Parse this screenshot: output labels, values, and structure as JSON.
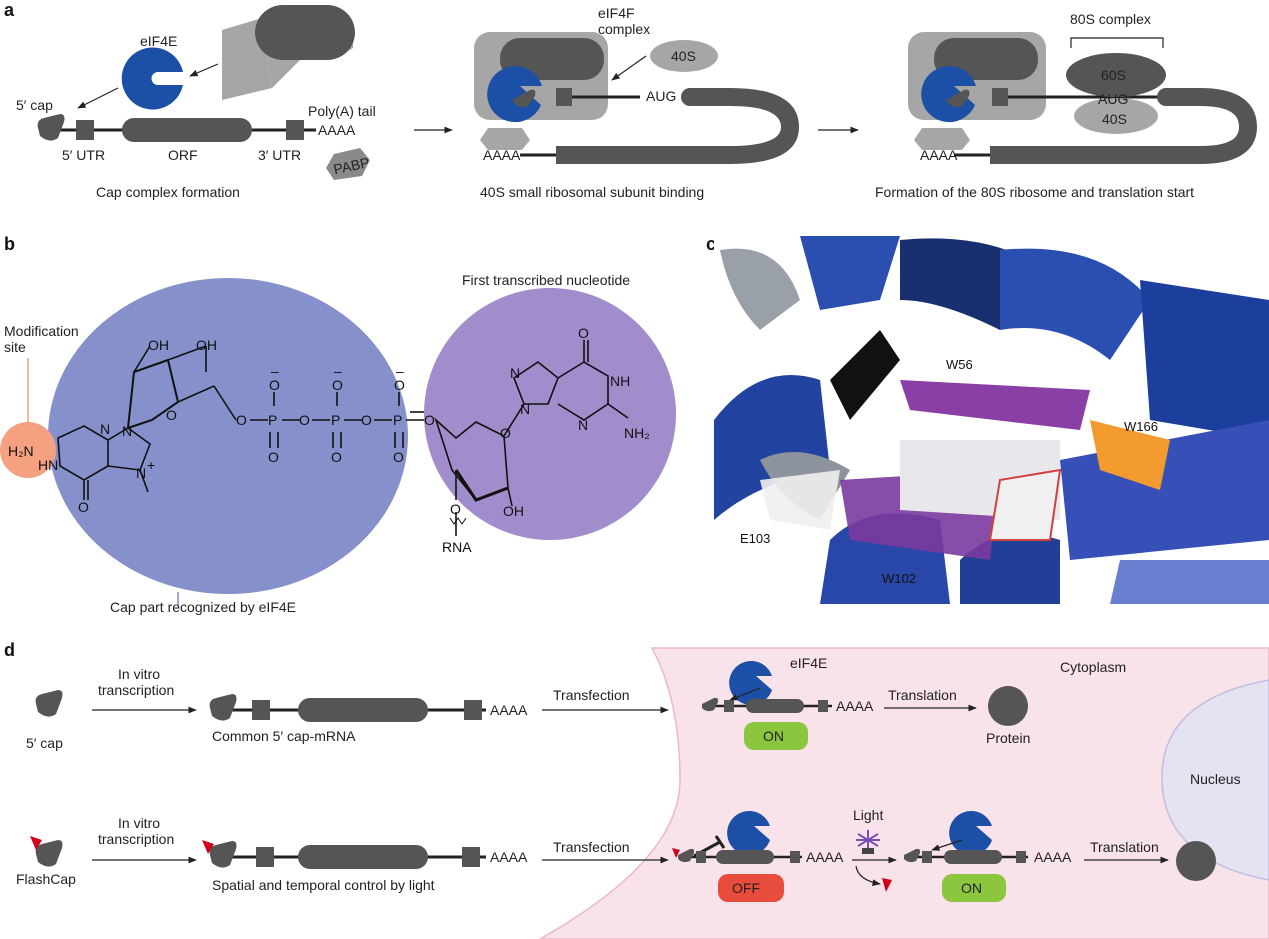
{
  "panels": {
    "a": "a",
    "b": "b",
    "c": "c",
    "d": "d"
  },
  "panel_a": {
    "eif4e": "eIF4E",
    "cap": "5′ cap",
    "polya": "Poly(A) tail",
    "aaaa": "AAAA",
    "utr5": "5′ UTR",
    "orf": "ORF",
    "utr3": "3′ UTR",
    "pabp": "PABP",
    "step1": "Cap complex formation",
    "eif4f": "eIF4F",
    "complex": "complex",
    "s40": "40S",
    "aug": "AUG",
    "step2": "40S small ribosomal subunit binding",
    "complex80": "80S complex",
    "s60": "60S",
    "step3": "Formation of the 80S ribosome and translation start"
  },
  "panel_b": {
    "first_nt": "First transcribed nucleotide",
    "mod1": "Modification",
    "mod2": "site",
    "recognized": "Cap part recognized by eIF4E",
    "oh": "OH",
    "o": "O",
    "p": "P",
    "minus": "–",
    "h2n": "H₂N",
    "hn": "HN",
    "n": "N",
    "nplus": "N",
    "plus": "+",
    "nh": "NH",
    "nh2": "NH₂",
    "rna": "RNA"
  },
  "panel_c": {
    "w56": "W56",
    "w166": "W166",
    "e103": "E103",
    "w102": "W102"
  },
  "panel_d": {
    "cap": "5′ cap",
    "ivt1": "In vitro",
    "ivt2": "transcription",
    "common": "Common 5′ cap-mRNA",
    "aaaa": "AAAA",
    "transfection": "Transfection",
    "eif4e": "eIF4E",
    "translation": "Translation",
    "on": "ON",
    "off": "OFF",
    "protein": "Protein",
    "cytoplasm": "Cytoplasm",
    "nucleus": "Nucleus",
    "flashcap": "FlashCap",
    "spatial": "Spatial and temporal control by light",
    "light": "Light"
  },
  "colors": {
    "dark_gray": "#555555",
    "light_gray": "#a6a6a6",
    "eif4e_blue": "#1c4fa6",
    "cap_part_blue": "#7f8bc9",
    "nucleotide_purple": "#a18ccc",
    "modification_salmon": "#f4a081",
    "cytoplasm_pink": "#f9e3ea",
    "nucleus_lavender": "#e3e3f2",
    "on_green": "#8cc63f",
    "off_red": "#e74c3c",
    "flashcap_red": "#d0021b"
  }
}
